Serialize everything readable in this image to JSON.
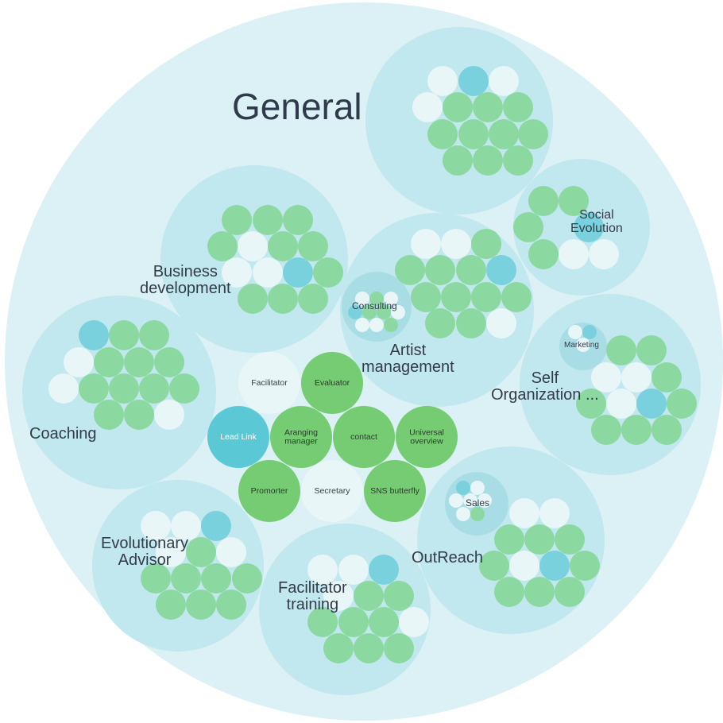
{
  "title": "General",
  "circles": {
    "artist_top": {
      "label": ""
    },
    "social": {
      "label_lines": [
        "Social",
        "Evolution"
      ]
    },
    "business": {
      "label_lines": [
        "Business",
        "development"
      ]
    },
    "artist": {
      "label_lines": [
        "Artist",
        "management"
      ]
    },
    "consulting": {
      "label": "Consulting"
    },
    "self_org": {
      "label_lines": [
        "Self",
        "Organization ..."
      ]
    },
    "marketing": {
      "label": "Marketing"
    },
    "coaching": {
      "label": "Coaching"
    },
    "evolutionary": {
      "label_lines": [
        "Evolutionary",
        "Advisor"
      ]
    },
    "facilitator_training": {
      "label_lines": [
        "Facilitator",
        "training"
      ]
    },
    "outreach": {
      "label": "OutReach"
    },
    "sales": {
      "label": "Sales"
    }
  },
  "center_roles": [
    {
      "label": "Facilitator",
      "style": "white"
    },
    {
      "label": "Evaluator",
      "style": "green"
    },
    {
      "label": "Lead Link",
      "style": "blue"
    },
    {
      "label": "Aranging manager",
      "style": "green"
    },
    {
      "label": "contact",
      "style": "green"
    },
    {
      "label": "Universal overview",
      "style": "green"
    },
    {
      "label": "Promorter",
      "style": "green"
    },
    {
      "label": "Secretary",
      "style": "white"
    },
    {
      "label": "SNS butterfly",
      "style": "green"
    }
  ],
  "colors": {
    "outer": "#dcf1f5",
    "circle": "#c0e8ee",
    "sub_circle": "#a9dde6",
    "green": "#8bd9a0",
    "green_strong": "#75cc72",
    "blue": "#79d1de",
    "blue_strong": "#5bc8d6",
    "white": "#e8f6f8"
  }
}
